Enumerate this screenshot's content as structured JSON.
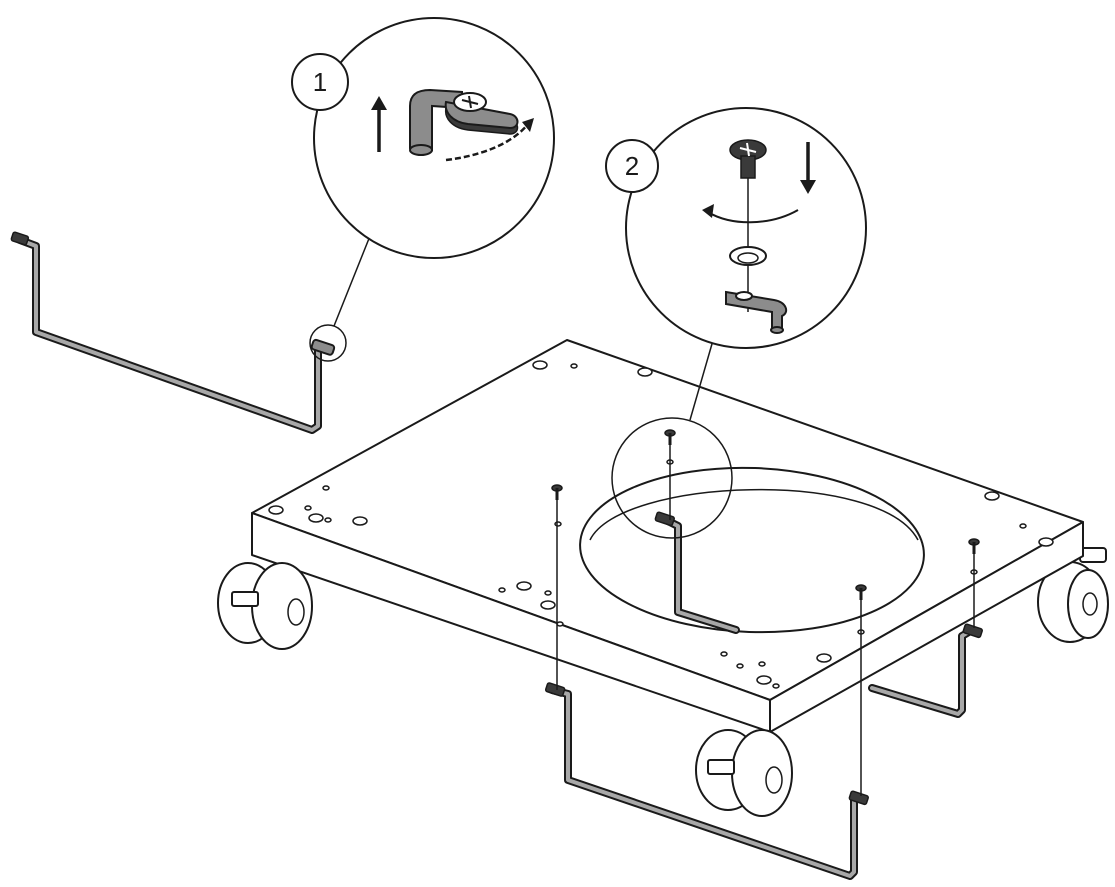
{
  "diagram": {
    "callouts": [
      {
        "id": "1",
        "label": "1"
      },
      {
        "id": "2",
        "label": "2"
      }
    ],
    "icons": {
      "arrow_up": "arrow-up-icon",
      "arrow_down": "arrow-down-icon",
      "rotate_clockwise": "rotate-clockwise-icon",
      "rotate_counterclockwise": "rotate-counterclockwise-icon",
      "screw": "screw-icon",
      "bracket": "bracket-icon",
      "caster": "caster-wheel-icon"
    },
    "colors": {
      "line": "#1a1a1a",
      "metal": "#8c8c8c",
      "background": "#ffffff"
    }
  }
}
